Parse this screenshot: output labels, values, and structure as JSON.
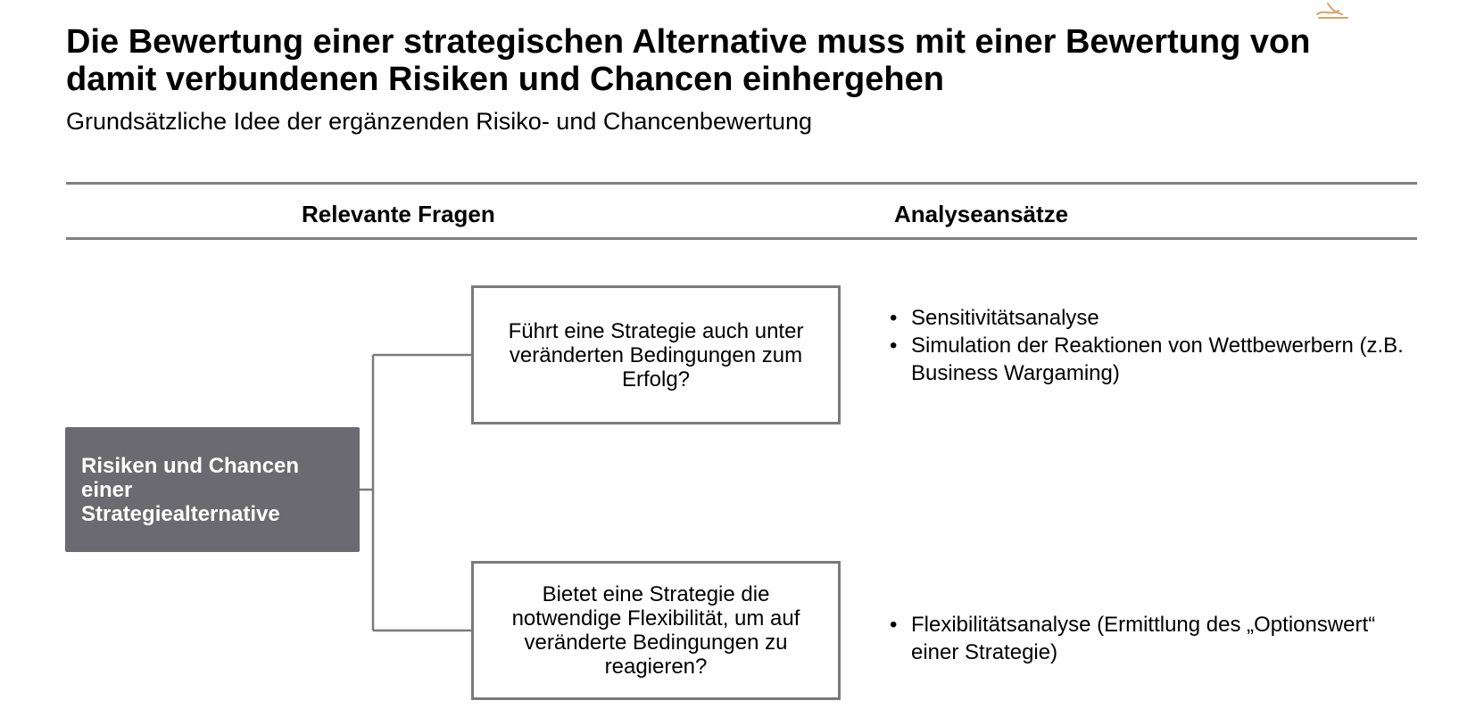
{
  "slide": {
    "title": "Die Bewertung einer strategischen Alternative muss mit einer Bewertung von damit verbundenen Risiken und Chancen einhergehen",
    "subtitle": "Grundsätzliche Idee der ergänzenden Risiko- und Chancenbewertung"
  },
  "table_header": {
    "fragen": "Relevante Fragen",
    "ansaetze": "Analyseansätze"
  },
  "root": {
    "label": "Risiken und Chancen einer Strategiealternative"
  },
  "questions": [
    {
      "label": "Führt eine Strategie auch unter veränderten Bedingungen zum Erfolg?",
      "approaches": [
        "Sensitivitätsanalyse",
        "Simulation der Reaktionen von Wettbewerbern (z.B. Business Wargaming)"
      ]
    },
    {
      "label": "Bietet eine Strategie die notwendige Flexibilität, um auf veränderte Bedingungen zu reagieren?",
      "approaches": [
        "Flexibilitätsanalyse (Ermittlung des „Optionswert“ einer Strategie)"
      ]
    }
  ],
  "bullet_glyph": "•",
  "colors": {
    "root_fill": "#6b6a70",
    "rule": "#7f7f7f",
    "box_border": "#7a7a7a",
    "logo": "#d9a066"
  },
  "logo": {
    "icon": "brand-logo-icon"
  }
}
